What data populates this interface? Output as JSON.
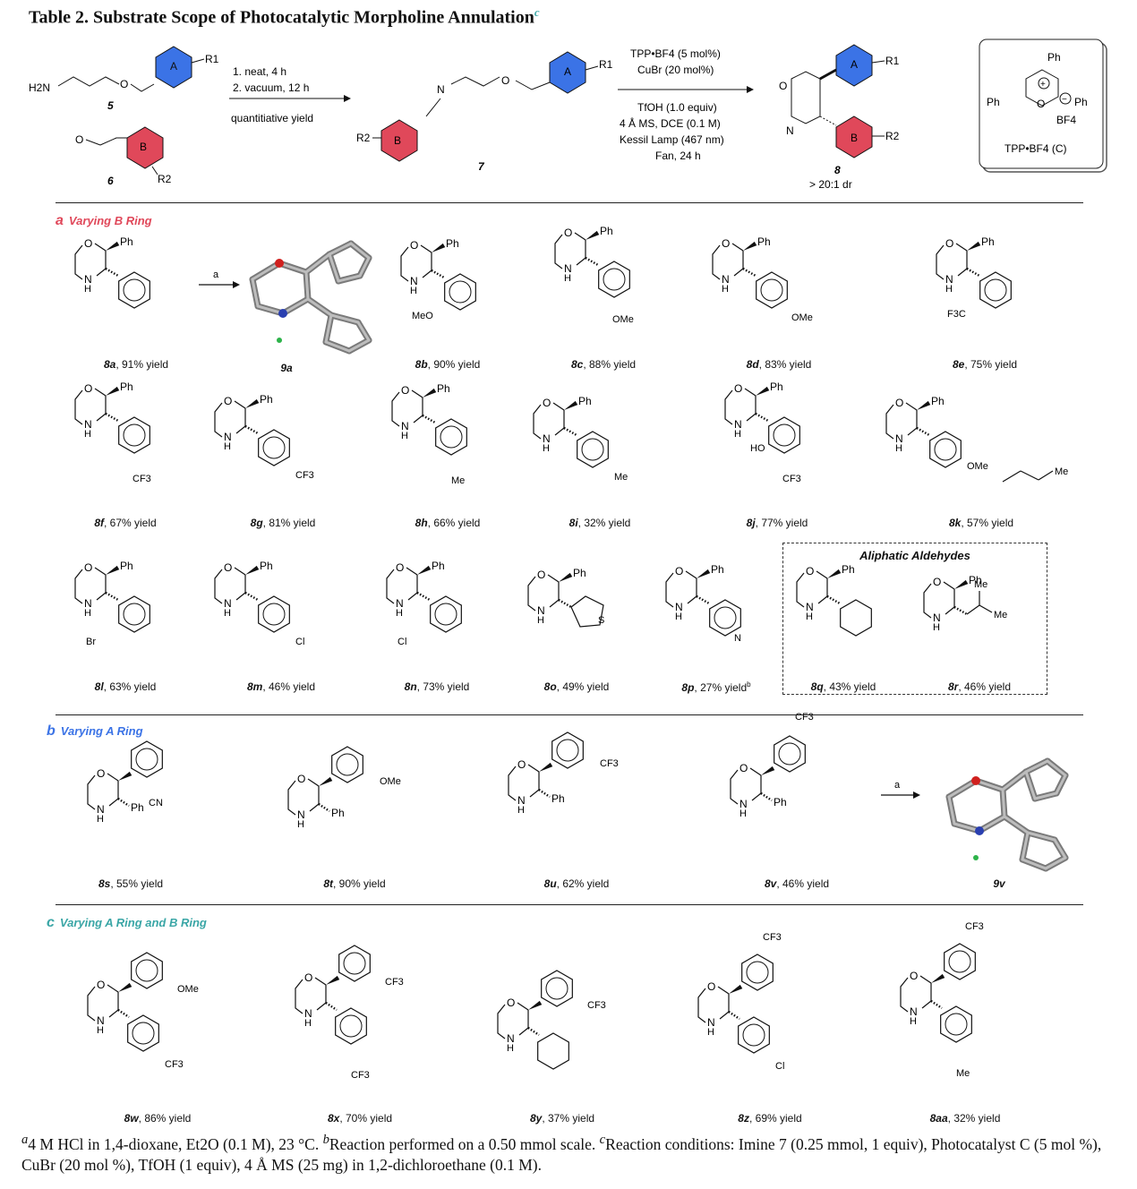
{
  "title": {
    "text": "Table 2. Substrate Scope of Photocatalytic Morpholine Annulation",
    "mark": "c"
  },
  "scheme": {
    "amine": "H2N",
    "num5": "5",
    "num6": "6",
    "num7": "7",
    "num8": "8",
    "step1": "1. neat, 4 h",
    "step2": "2. vacuum, 12 h",
    "yield": "quantitiative yield",
    "cond1": "TPP•BF4 (5 mol%)",
    "cond2": "CuBr (20 mol%)",
    "cond3": "TfOH (1.0 equiv)",
    "cond4": "4 Å MS, DCE (0.1 M)",
    "cond5": "Kessil Lamp (467 nm)",
    "cond6": "Fan, 24 h",
    "dr": "> 20:1 dr",
    "catalyst_label": "TPP•BF4 (C)",
    "ringA": "A",
    "ringB": "B",
    "R1": "R1",
    "R2": "R2",
    "Ph": "Ph",
    "BF4": "BF4",
    "O": "O",
    "N": "N",
    "colorA": "#3b73e6",
    "colorB": "#e0485a"
  },
  "sections": {
    "a": {
      "letter": "a",
      "title": "Varying B Ring",
      "color": "#e0485a"
    },
    "b": {
      "letter": "b",
      "title": "Varying A Ring",
      "color": "#3b73e6"
    },
    "c": {
      "letter": "c",
      "title": "Varying A Ring and B Ring",
      "color": "#3aa6a6"
    }
  },
  "aliphatic_title": "Aliphatic Aldehydes",
  "compounds": [
    {
      "id": "8a",
      "yield": ", 91% yield"
    },
    {
      "id": "9a",
      "yield": ""
    },
    {
      "id": "8b",
      "yield": ", 90% yield"
    },
    {
      "id": "8c",
      "yield": ", 88% yield"
    },
    {
      "id": "8d",
      "yield": ", 83% yield"
    },
    {
      "id": "8e",
      "yield": ", 75% yield"
    },
    {
      "id": "8f",
      "yield": ", 67% yield"
    },
    {
      "id": "8g",
      "yield": ", 81% yield"
    },
    {
      "id": "8h",
      "yield": ", 66% yield"
    },
    {
      "id": "8i",
      "yield": ", 32% yield"
    },
    {
      "id": "8j",
      "yield": ", 77% yield"
    },
    {
      "id": "8k",
      "yield": ", 57% yield"
    },
    {
      "id": "8l",
      "yield": ", 63% yield"
    },
    {
      "id": "8m",
      "yield": ", 46% yield"
    },
    {
      "id": "8n",
      "yield": ", 73% yield"
    },
    {
      "id": "8o",
      "yield": ", 49% yield"
    },
    {
      "id": "8p",
      "yield": ", 27% yield",
      "note": "b"
    },
    {
      "id": "8q",
      "yield": ", 43% yield"
    },
    {
      "id": "8r",
      "yield": ", 46% yield"
    },
    {
      "id": "8s",
      "yield": ", 55% yield"
    },
    {
      "id": "8t",
      "yield": ", 90% yield"
    },
    {
      "id": "8u",
      "yield": ", 62% yield"
    },
    {
      "id": "8v",
      "yield": ", 46% yield"
    },
    {
      "id": "9v",
      "yield": ""
    },
    {
      "id": "8w",
      "yield": ", 86% yield"
    },
    {
      "id": "8x",
      "yield": ", 70% yield"
    },
    {
      "id": "8y",
      "yield": ", 37% yield"
    },
    {
      "id": "8z",
      "yield": ", 69% yield"
    },
    {
      "id": "8aa",
      "yield": ", 32% yield"
    }
  ],
  "substituents": {
    "MeO": "MeO",
    "OMe": "OMe",
    "CF3": "CF3",
    "F3C": "F3C",
    "Me": "Me",
    "HO": "HO",
    "Br": "Br",
    "Cl": "Cl",
    "S": "S",
    "CN": "CN",
    "H": "H",
    "arrow_a": "a"
  },
  "footnote": {
    "a_mark": "a",
    "a_text": "4 M HCl in 1,4-dioxane, Et2O (0.1 M), 23 °C. ",
    "b_mark": "b",
    "b_text": "Reaction performed on a 0.50 mmol scale. ",
    "c_mark": "c",
    "c_text": "Reaction conditions: Imine 7 (0.25 mmol, 1 equiv), Photocatalyst C (5 mol %), CuBr (20 mol %), TfOH (1 equiv), 4 Å MS (25 mg) in 1,2-dichloroethane (0.1 M)."
  }
}
